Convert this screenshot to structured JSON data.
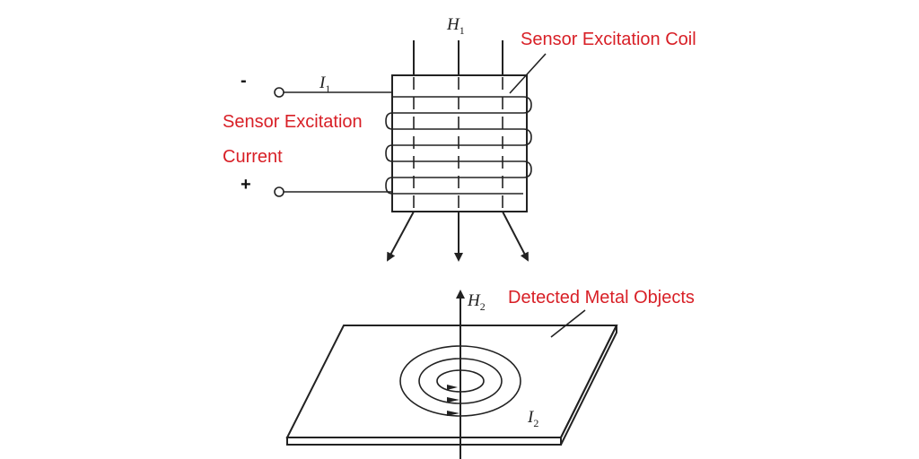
{
  "labels": {
    "excitation_coil": "Sensor Excitation Coil",
    "excitation_current_line1": "Sensor Excitation",
    "excitation_current_line2": "Current",
    "metal_objects": "Detected Metal Objects",
    "minus_sign": "-",
    "plus_sign": "+"
  },
  "symbols": {
    "h1": {
      "base": "H",
      "sub": "1"
    },
    "i1": {
      "base": "I",
      "sub": "1"
    },
    "h2": {
      "base": "H",
      "sub": "2"
    },
    "i2": {
      "base": "I",
      "sub": "2"
    }
  },
  "colors": {
    "label": "#d81f26",
    "line": "#222222"
  }
}
